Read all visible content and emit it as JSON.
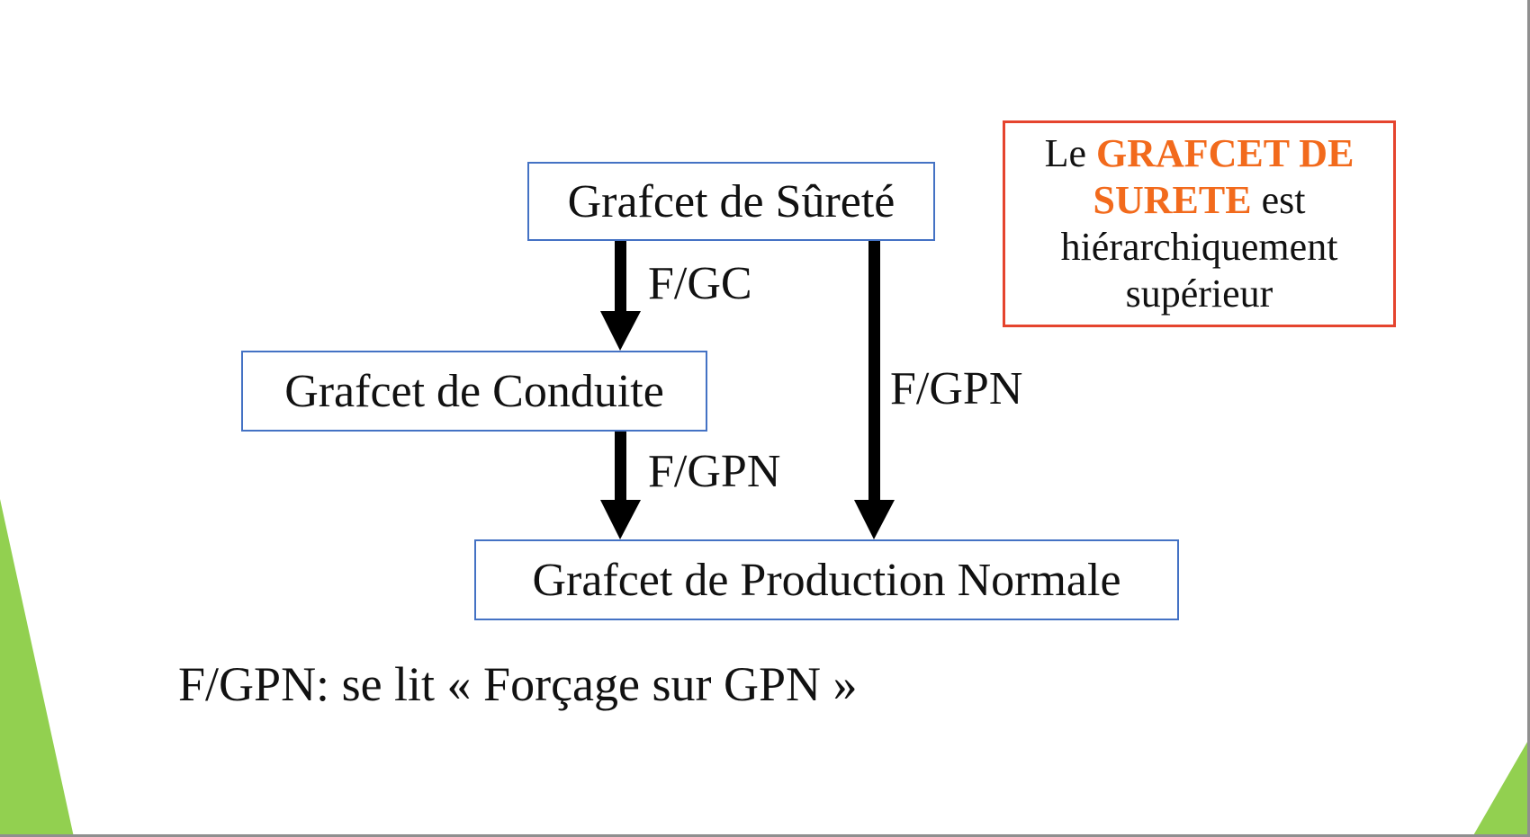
{
  "diagram": {
    "boxes": {
      "surete": "Grafcet de Sûreté",
      "conduite": "Grafcet de Conduite",
      "production": "Grafcet de Production Normale"
    },
    "arrows": {
      "surete_to_conduite": "F/GC",
      "conduite_to_production": "F/GPN",
      "surete_to_production": "F/GPN"
    }
  },
  "note": {
    "prefix": "Le",
    "highlight_line1": "GRAFCET DE",
    "highlight_line2": "SURETE",
    "suffix_line2": "est",
    "line3": "hiérarchiquement",
    "line4": "supérieur"
  },
  "footnote": "F/GPN: se lit « Forçage sur GPN »",
  "colors": {
    "box_border": "#4472c4",
    "note_border": "#e5442e",
    "highlight": "#f26a1c",
    "decor_green": "#92d050"
  }
}
